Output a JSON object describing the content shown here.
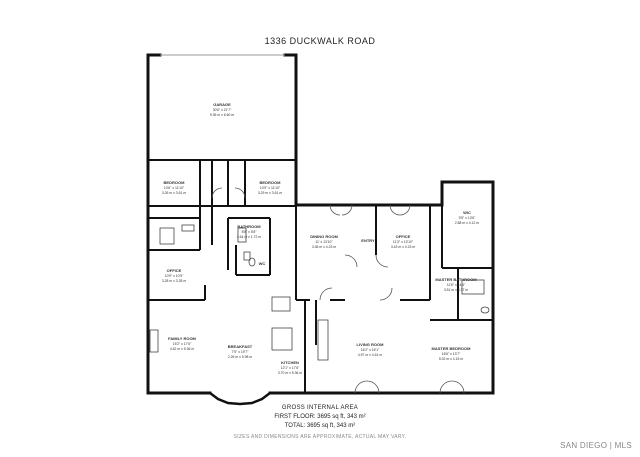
{
  "title": "1336 DUCKWALK ROAD",
  "rooms": {
    "garage": {
      "name": "GARAGE",
      "dim1": "30'6\" x 21'7\"",
      "dim2": "9.35 m x 6.60 m"
    },
    "bedroom1": {
      "name": "BEDROOM",
      "dim1": "10'6\" x 11'10\"",
      "dim2": "3.26 m x 3.61 m"
    },
    "bedroom2": {
      "name": "BEDROOM",
      "dim1": "10'9\" x 11'10\"",
      "dim2": "3.29 m x 3.61 m"
    },
    "bathroom": {
      "name": "BATHROOM",
      "dim1": "8'8\" x 5'8\"",
      "dim2": "2.64 m x 1.72 m"
    },
    "wc": {
      "name": "WC"
    },
    "office1": {
      "name": "OFFICE",
      "dim1": "10'9\" x 10'9\"",
      "dim2": "3.28 m x 3.28 m"
    },
    "dining": {
      "name": "DINING ROOM",
      "dim1": "11' x 13'10\"",
      "dim2": "3.36 m x 4.23 m"
    },
    "entry": {
      "name": "ENTRY"
    },
    "office2": {
      "name": "OFFICE",
      "dim1": "11'3\" x 13'10\"",
      "dim2": "3.43 m x 4.23 m"
    },
    "wic": {
      "name": "WIC",
      "dim1": "9'5\" x 13'6\"",
      "dim2": "2.88 m x 4.12 m"
    },
    "master_bath": {
      "name": "MASTER BATHROOM",
      "dim1": "11'6\" x 14'4\"",
      "dim2": "3.51 m x 4.37 m"
    },
    "family": {
      "name": "FAMILY ROOM",
      "dim1": "15'2\" x 17'6\"",
      "dim2": "4.62 m x 5.36 m"
    },
    "breakfast": {
      "name": "BREAKFAST",
      "dim1": "7'5\" x 19'7\"",
      "dim2": "2.26 m x 5.98 m"
    },
    "kitchen": {
      "name": "KITCHEN",
      "dim1": "12'1\" x 17'6\"",
      "dim2": "3.70 m x 5.36 m"
    },
    "living": {
      "name": "LIVING ROOM",
      "dim1": "16'2\" x 15'1\"",
      "dim2": "4.97 m x 4.61 m"
    },
    "master_bed": {
      "name": "MASTER BEDROOM",
      "dim1": "16'6\" x 13'7\"",
      "dim2": "5.02 m x 4.15 m"
    }
  },
  "area": {
    "heading": "GROSS INTERNAL AREA",
    "first_floor": "FIRST FLOOR: 3695 sq ft, 343 m²",
    "total": "TOTAL: 3695 sq ft, 343 m²"
  },
  "disclaimer": "SIZES AND DIMENSIONS ARE APPROXIMATE, ACTUAL MAY VARY.",
  "brand": "SAN DIEGO | MLS"
}
